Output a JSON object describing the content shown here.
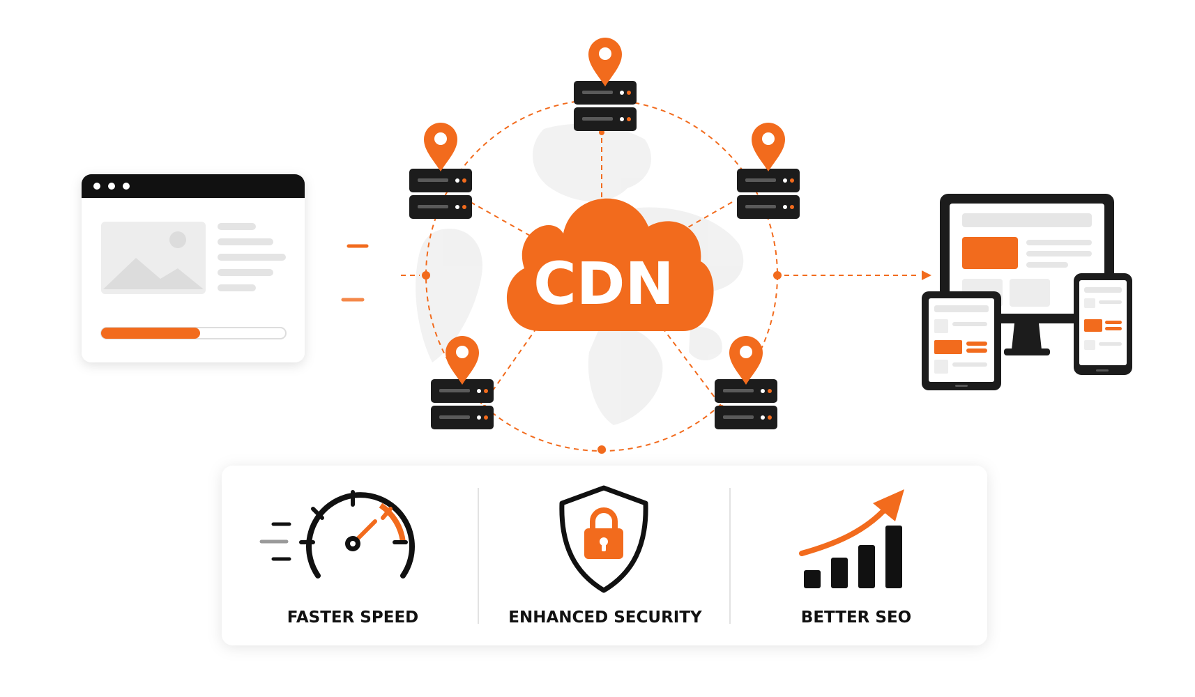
{
  "cdn": {
    "label": "CDN"
  },
  "benefits": [
    {
      "label": "FASTER SPEED",
      "icon": "speedometer-icon"
    },
    {
      "label": "ENHANCED SECURITY",
      "icon": "shield-lock-icon"
    },
    {
      "label": "BETTER SEO",
      "icon": "growth-chart-icon"
    }
  ],
  "colors": {
    "accent": "#F26B1D",
    "dark": "#1C1C1C",
    "panel": "#FFFFFF",
    "muted": "#E6E6E6"
  }
}
